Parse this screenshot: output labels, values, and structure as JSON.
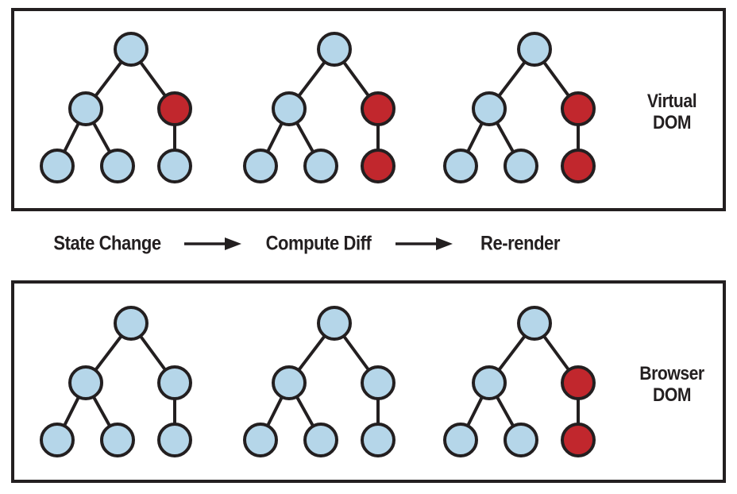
{
  "figure": {
    "flow_steps": [
      "State Change",
      "Compute Diff",
      "Re-render"
    ],
    "panels": [
      {
        "id": "virtual-dom",
        "label_lines": [
          "Virtual",
          "DOM"
        ],
        "trees": [
          {
            "node_colors": [
              "blue",
              "blue",
              "red",
              "blue",
              "blue",
              "blue"
            ]
          },
          {
            "node_colors": [
              "blue",
              "blue",
              "red",
              "blue",
              "blue",
              "red"
            ]
          },
          {
            "node_colors": [
              "blue",
              "blue",
              "red",
              "blue",
              "blue",
              "red"
            ]
          }
        ]
      },
      {
        "id": "browser-dom",
        "label_lines": [
          "Browser",
          "DOM"
        ],
        "trees": [
          {
            "node_colors": [
              "blue",
              "blue",
              "blue",
              "blue",
              "blue",
              "blue"
            ]
          },
          {
            "node_colors": [
              "blue",
              "blue",
              "blue",
              "blue",
              "blue",
              "blue"
            ]
          },
          {
            "node_colors": [
              "blue",
              "blue",
              "red",
              "blue",
              "blue",
              "red"
            ]
          }
        ]
      }
    ],
    "colors": {
      "blue": "#b5d6e9",
      "red": "#c1272d",
      "stroke": "#231f20",
      "panel_border": "#231f20",
      "background": "#ffffff"
    }
  }
}
